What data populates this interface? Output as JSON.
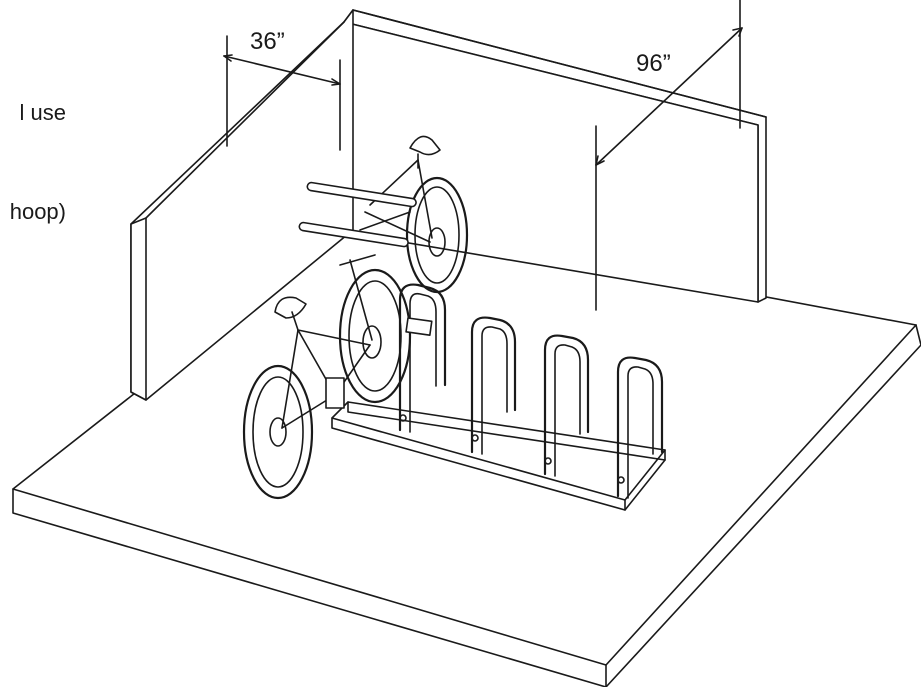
{
  "caption": {
    "line1": "l use",
    "line2": "hoop)"
  },
  "dimensions": {
    "depth_label": "36”",
    "width_label": "96”"
  },
  "colors": {
    "stroke": "#1a1a1a",
    "floor_fill": "#ffffff",
    "wall_fill": "#ffffff",
    "rack_fill": "#ffffff"
  },
  "icons": [
    "bicycle-icon",
    "bicycle-rack-icon"
  ]
}
